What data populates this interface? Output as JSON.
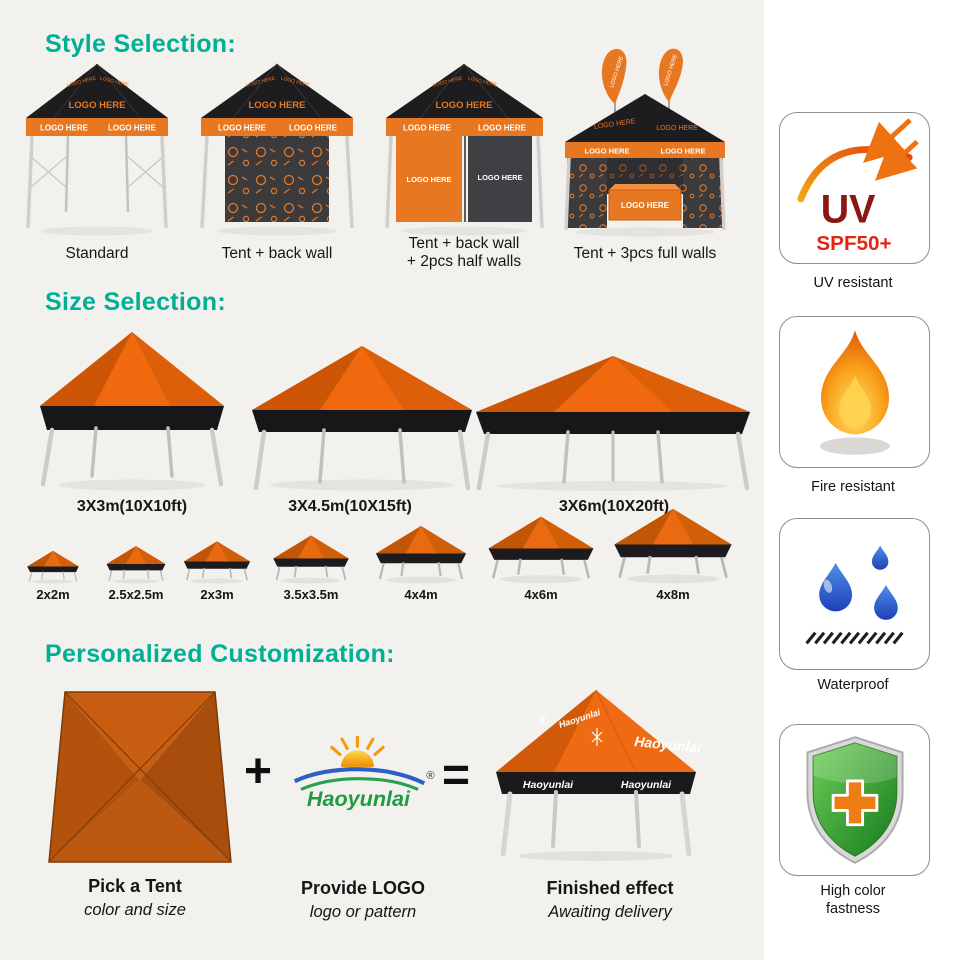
{
  "sections": {
    "style": {
      "heading": "Style Selection:",
      "logo_text": "LOGO HERE",
      "items": [
        {
          "lines": [
            "Standard"
          ]
        },
        {
          "lines": [
            "Tent + back wall"
          ]
        },
        {
          "lines": [
            "Tent + back wall",
            "+ 2pcs half walls"
          ]
        },
        {
          "lines": [
            "Tent + 3pcs full walls"
          ]
        }
      ]
    },
    "size": {
      "heading": "Size Selection:",
      "large": [
        "3X3m(10X10ft)",
        "3X4.5m(10X15ft)",
        "3X6m(10X20ft)"
      ],
      "small": [
        "2x2m",
        "2.5x2.5m",
        "2x3m",
        "3.5x3.5m",
        "4x4m",
        "4x6m",
        "4x8m"
      ]
    },
    "custom": {
      "heading": "Personalized Customization:",
      "plus": "+",
      "equals": "=",
      "brand": "Haoyunlai",
      "registered": "®",
      "steps": [
        {
          "title": "Pick a Tent",
          "subtitle": "color and size"
        },
        {
          "title": "Provide LOGO",
          "subtitle": "logo or pattern"
        },
        {
          "title": "Finished effect",
          "subtitle": "Awaiting delivery"
        }
      ]
    }
  },
  "features": [
    {
      "name": "uv-resistant",
      "uv_text": "UV",
      "spf_text": "SPF50+",
      "caption": "UV resistant"
    },
    {
      "name": "fire-resistant",
      "caption": "Fire resistant"
    },
    {
      "name": "waterproof",
      "caption": "Waterproof"
    },
    {
      "name": "high-color-fastness",
      "caption": "High color fastness"
    }
  ],
  "colors": {
    "heading_teal": "#00b095",
    "tent_orange": "#ee6a13",
    "valance_black": "#1b1b1d",
    "uv_red": "#d42310",
    "water_blue": "#2e5fc4",
    "shield_green": "#2e9e3f"
  }
}
